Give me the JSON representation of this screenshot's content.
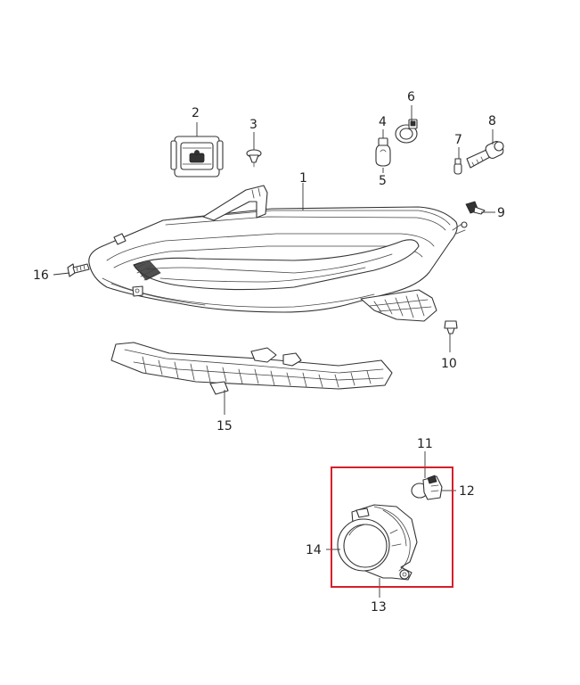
{
  "diagram": {
    "highlight_color": "#d4202a",
    "line_color": "#333333",
    "callouts": {
      "c1": "1",
      "c2": "2",
      "c3": "3",
      "c4": "4",
      "c5": "5",
      "c6": "6",
      "c7": "7",
      "c8": "8",
      "c9": "9",
      "c10": "10",
      "c11": "11",
      "c12": "12",
      "c13": "13",
      "c14": "14",
      "c15": "15",
      "c16": "16"
    }
  }
}
